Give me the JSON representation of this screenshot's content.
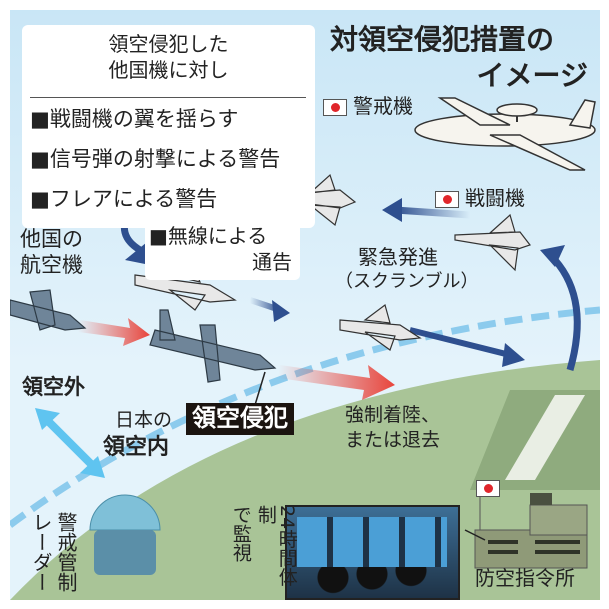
{
  "title": {
    "line1": "対領空侵犯措置の",
    "line2": "イメージ"
  },
  "measures_box": {
    "heading_line1": "領空侵犯した",
    "heading_line2": "他国機に対し",
    "items": [
      "■戦闘機の翼を揺らす",
      "■信号弾の射撃による警告",
      "■フレアによる警告"
    ]
  },
  "labels": {
    "awacs": "警戒機",
    "fighter": "戦闘機",
    "foreign_aircraft_1": "他国の",
    "foreign_aircraft_2": "航空機",
    "radio_1": "■無線による",
    "radio_2": "通告",
    "scramble_1": "緊急発進",
    "scramble_2": "（スクランブル）",
    "outside_airspace": "領空外",
    "inside_airspace_1": "日本の",
    "inside_airspace_2": "領空内",
    "violation": "領空侵犯",
    "outcome_1": "強制着陸、",
    "outcome_2": "または退去",
    "radar": "警戒管制レーダー",
    "monitor_1": "24時間体制",
    "monitor_2": "で監視",
    "command_center": "防空指令所"
  },
  "colors": {
    "sky": "#d3ecf8",
    "ground": "#a9c497",
    "navy_arrow": "#2e4f8f",
    "red_arrow": "#e8453c",
    "flag_red": "#e0262b"
  }
}
